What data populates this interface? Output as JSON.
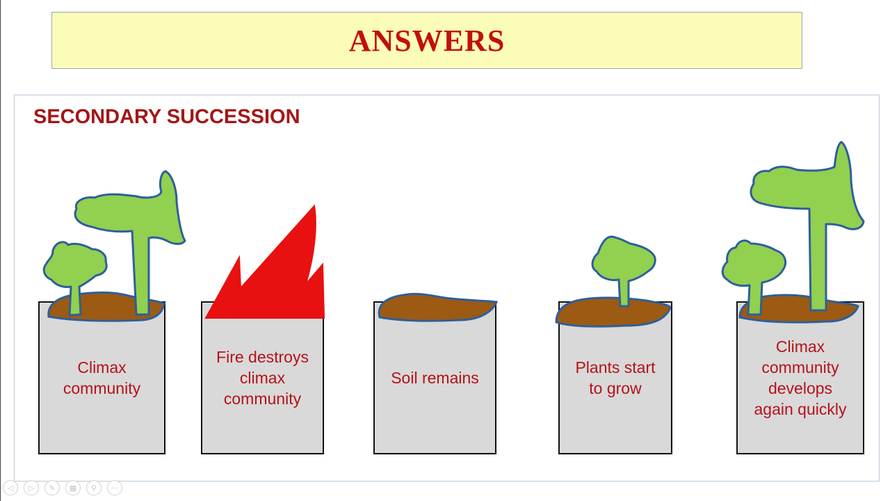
{
  "title": "ANSWERS",
  "section_heading": "SECONDARY SUCCESSION",
  "stages": [
    {
      "label": "Climax\ncommunity",
      "illustration": "small-tree-and-large-tree-icon"
    },
    {
      "label": "Fire destroys\nclimax\ncommunity",
      "illustration": "fire-icon"
    },
    {
      "label": "Soil remains",
      "illustration": "soil-icon"
    },
    {
      "label": "Plants start\nto grow",
      "illustration": "sapling-icon"
    },
    {
      "label": "Climax\ncommunity\ndevelops\nagain quickly",
      "illustration": "small-tree-and-large-tree-icon"
    }
  ],
  "toolbar": {
    "icons": [
      "prev-icon",
      "next-icon",
      "pen-icon",
      "slides-icon",
      "zoom-icon",
      "more-icon"
    ],
    "glyphs": [
      "◁",
      "▷",
      "✎",
      "▦",
      "⚲",
      "···"
    ]
  },
  "colors": {
    "title_bg": "#fafcb7",
    "title_text": "#c20f0f",
    "heading_text": "#a31616",
    "box_fill": "#d9d9d9",
    "label_text": "#b5121b",
    "foliage": "#92d050",
    "outline": "#2e5f9a",
    "soil": "#9c5a12",
    "fire": "#e81010"
  }
}
